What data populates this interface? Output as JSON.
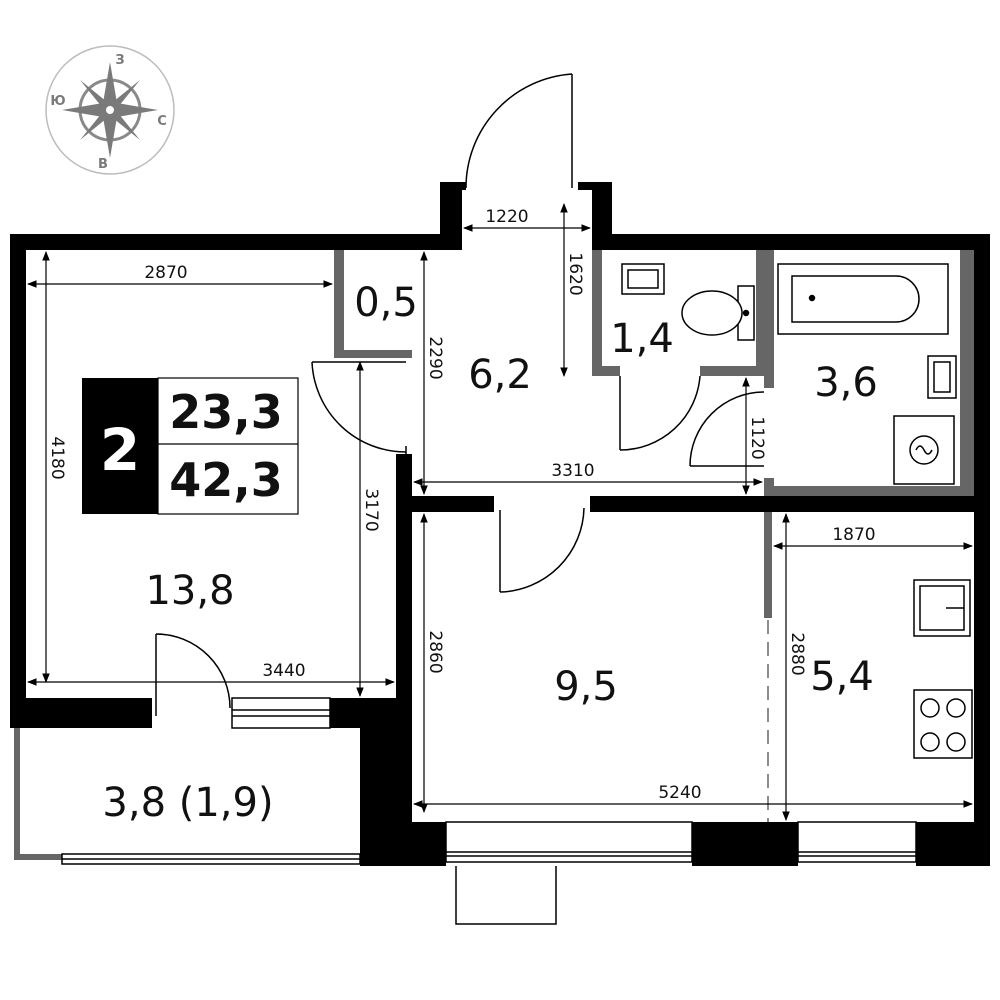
{
  "compass": {
    "north": "З",
    "east": "С",
    "south": "В",
    "west": "Ю"
  },
  "summary": {
    "rooms": "2",
    "living_area": "23,3",
    "total_area": "42,3"
  },
  "rooms": {
    "living_room": "13,8",
    "closet": "0,5",
    "hallway": "6,2",
    "toilet": "1,4",
    "bathroom": "3,6",
    "bedroom": "9,5",
    "kitchen": "5,4",
    "balcony": "3,8 (1,9)"
  },
  "dimensions": {
    "living_width_top": "2870",
    "living_height": "4180",
    "living_inner_height": "3170",
    "living_width_bottom": "3440",
    "entry_width": "1220",
    "entry_depth": "1620",
    "hall_height": "2290",
    "hall_width": "3310",
    "bath_door": "1120",
    "bedroom_height": "2860",
    "bedroom_width": "5240",
    "kitchen_width": "1870",
    "kitchen_height": "2880"
  },
  "colors": {
    "wall": "#000000",
    "partition": "#666666",
    "compass": "#7a7a7a"
  }
}
